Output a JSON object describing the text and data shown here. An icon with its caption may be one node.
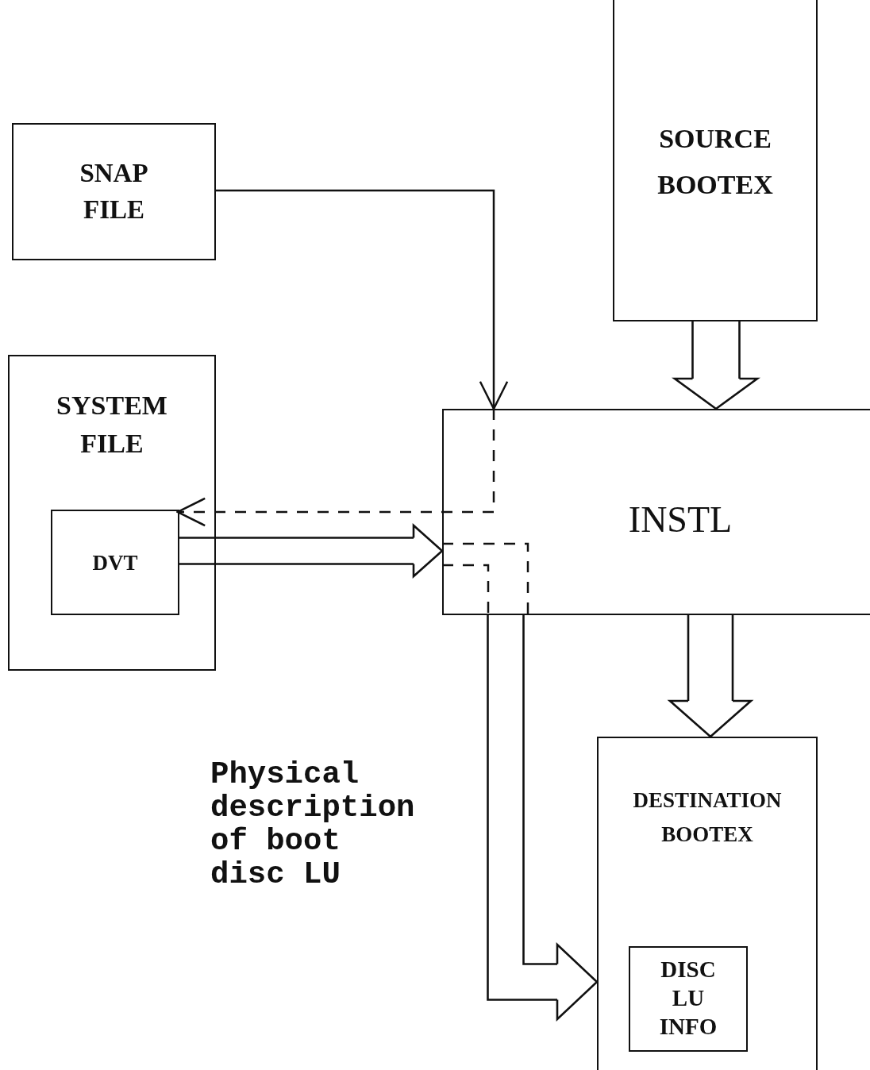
{
  "diagram": {
    "nodes": [
      {
        "text": [
          "SNAP FILE"
        ]
      },
      {
        "text": [
          "SOURCE BOOTEX"
        ]
      },
      {
        "text": [
          "SYSTEM FILE"
        ]
      },
      {
        "text": [
          "DVT"
        ],
        "in": 2
      },
      {
        "text": [
          "INSTL"
        ]
      },
      {
        "text": [
          "DESTINATION BOOTEX"
        ]
      },
      {
        "text": [
          "DISC LU INFO"
        ],
        "in": 5
      }
    ],
    "edges": [
      {
        "from": 0,
        "to": 4,
        "arrow": "to"
      },
      {
        "from": 1,
        "to": 4,
        "arrow": "to"
      },
      {
        "from": 4,
        "to": 3,
        "arrow": "to",
        "style": "dashed"
      },
      {
        "from": 3,
        "to": 4,
        "arrow": "to"
      },
      {
        "from": 4,
        "to": 5,
        "arrow": "to"
      },
      {
        "from": 4,
        "to": 5,
        "arrow": "to"
      }
    ],
    "labels": [
      "Physical description of boot disc LU"
    ]
  }
}
